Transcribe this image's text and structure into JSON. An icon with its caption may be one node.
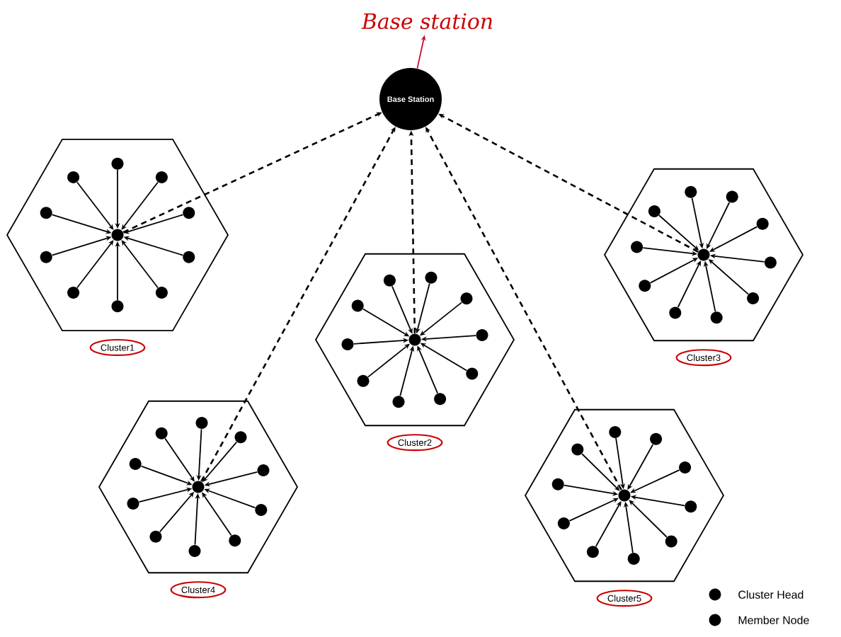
{
  "diagram": {
    "nodes": [
      {
        "text": [
          "Base station"
        ]
      },
      {
        "text": [
          "Base Station"
        ]
      },
      {
        "text": [],
        "shape": "hexagon",
        "beside": [
          "Cluster1"
        ]
      },
      {
        "text": [],
        "shape": "circle",
        "in": 2
      },
      {
        "text": [],
        "shape": "circle",
        "in": 2
      },
      {
        "text": [],
        "shape": "circle",
        "in": 2
      },
      {
        "text": [],
        "shape": "circle",
        "in": 2
      },
      {
        "text": [],
        "shape": "circle",
        "in": 2
      },
      {
        "text": [],
        "shape": "circle",
        "in": 2
      },
      {
        "text": [],
        "shape": "circle",
        "in": 2
      },
      {
        "text": [],
        "shape": "circle",
        "in": 2
      },
      {
        "text": [],
        "shape": "circle",
        "in": 2
      },
      {
        "text": [],
        "shape": "circle",
        "in": 2
      },
      {
        "text": [],
        "shape": "circle",
        "in": 2
      },
      {
        "text": [],
        "shape": "hexagon",
        "beside": [
          "Cluster3"
        ]
      },
      {
        "text": [],
        "shape": "circle",
        "in": 14
      },
      {
        "text": [],
        "shape": "circle",
        "in": 14
      },
      {
        "text": [],
        "shape": "circle",
        "in": 14
      },
      {
        "text": [],
        "shape": "circle",
        "in": 14
      },
      {
        "text": [],
        "shape": "circle",
        "in": 14
      },
      {
        "text": [],
        "shape": "circle",
        "in": 14
      },
      {
        "text": [],
        "shape": "circle",
        "in": 14
      },
      {
        "text": [],
        "shape": "circle",
        "in": 14
      },
      {
        "text": [],
        "shape": "circle",
        "in": 14
      },
      {
        "text": [],
        "shape": "circle",
        "in": 14
      },
      {
        "text": [],
        "shape": "circle",
        "in": 14
      },
      {
        "text": [],
        "shape": "hexagon",
        "beside": [
          "Cluster2"
        ]
      },
      {
        "text": [],
        "shape": "circle",
        "in": 26
      },
      {
        "text": [],
        "shape": "circle",
        "in": 26
      },
      {
        "text": [],
        "shape": "circle",
        "in": 26
      },
      {
        "text": [],
        "shape": "circle",
        "in": 26
      },
      {
        "text": [],
        "shape": "circle",
        "in": 26
      },
      {
        "text": [],
        "shape": "circle",
        "in": 26
      },
      {
        "text": [],
        "shape": "circle",
        "in": 26
      },
      {
        "text": [],
        "shape": "circle",
        "in": 26
      },
      {
        "text": [],
        "shape": "circle",
        "in": 26
      },
      {
        "text": [],
        "shape": "circle",
        "in": 26
      },
      {
        "text": [],
        "shape": "circle",
        "in": 26
      },
      {
        "text": [],
        "shape": "hexagon",
        "beside": [
          "Cluster4"
        ]
      },
      {
        "text": [],
        "shape": "circle",
        "in": 38
      },
      {
        "text": [],
        "shape": "circle",
        "in": 38
      },
      {
        "text": [],
        "shape": "circle",
        "in": 38
      },
      {
        "text": [],
        "shape": "circle",
        "in": 38
      },
      {
        "text": [],
        "shape": "circle",
        "in": 38
      },
      {
        "text": [],
        "shape": "circle",
        "in": 38
      },
      {
        "text": [],
        "shape": "circle",
        "in": 38
      },
      {
        "text": [],
        "shape": "circle",
        "in": 38
      },
      {
        "text": [],
        "shape": "circle",
        "in": 38
      },
      {
        "text": [],
        "shape": "circle",
        "in": 38
      },
      {
        "text": [],
        "shape": "circle",
        "in": 38
      },
      {
        "text": [],
        "shape": "hexagon",
        "beside": [
          "Cluster5"
        ]
      },
      {
        "text": [],
        "shape": "circle",
        "in": 50
      },
      {
        "text": [],
        "shape": "circle",
        "in": 50
      },
      {
        "text": [],
        "shape": "circle",
        "in": 50
      },
      {
        "text": [],
        "shape": "circle",
        "in": 50
      },
      {
        "text": [],
        "shape": "circle",
        "in": 50
      },
      {
        "text": [],
        "shape": "circle",
        "in": 50
      },
      {
        "text": [],
        "shape": "circle",
        "in": 50
      },
      {
        "text": [],
        "shape": "circle",
        "in": 50
      },
      {
        "text": [],
        "shape": "circle",
        "in": 50
      },
      {
        "text": [],
        "shape": "circle",
        "in": 50
      },
      {
        "text": [],
        "shape": "circle",
        "in": 50
      }
    ],
    "edges": [
      {
        "from": 1,
        "to": 0,
        "arrow": "to",
        "color": "#c8102e"
      },
      {
        "from": 3,
        "to": 1,
        "arrow": "to",
        "style": "dashed"
      },
      {
        "from": 15,
        "to": 1,
        "arrow": "to",
        "style": "dashed"
      },
      {
        "from": 27,
        "to": 1,
        "arrow": "to",
        "style": "dashed"
      },
      {
        "from": 39,
        "to": 1,
        "arrow": "to",
        "style": "dashed"
      },
      {
        "from": 51,
        "to": 1,
        "arrow": "to",
        "style": "dashed"
      },
      {
        "from": 4,
        "to": 3,
        "arrow": "to"
      },
      {
        "from": 5,
        "to": 3,
        "arrow": "to"
      },
      {
        "from": 6,
        "to": 3,
        "arrow": "to"
      },
      {
        "from": 7,
        "to": 3,
        "arrow": "to"
      },
      {
        "from": 8,
        "to": 3,
        "arrow": "to"
      },
      {
        "from": 9,
        "to": 3,
        "arrow": "to"
      },
      {
        "from": 10,
        "to": 3,
        "arrow": "to"
      },
      {
        "from": 11,
        "to": 3,
        "arrow": "to"
      },
      {
        "from": 12,
        "to": 3,
        "arrow": "to"
      },
      {
        "from": 13,
        "to": 3,
        "arrow": "to"
      },
      {
        "from": 16,
        "to": 15,
        "arrow": "to"
      },
      {
        "from": 17,
        "to": 15,
        "arrow": "to"
      },
      {
        "from": 18,
        "to": 15,
        "arrow": "to"
      },
      {
        "from": 19,
        "to": 15,
        "arrow": "to"
      },
      {
        "from": 20,
        "to": 15,
        "arrow": "to"
      },
      {
        "from": 21,
        "to": 15,
        "arrow": "to"
      },
      {
        "from": 22,
        "to": 15,
        "arrow": "to"
      },
      {
        "from": 23,
        "to": 15,
        "arrow": "to"
      },
      {
        "from": 24,
        "to": 15,
        "arrow": "to"
      },
      {
        "from": 25,
        "to": 15,
        "arrow": "to"
      },
      {
        "from": 28,
        "to": 27,
        "arrow": "to"
      },
      {
        "from": 29,
        "to": 27,
        "arrow": "to"
      },
      {
        "from": 30,
        "to": 27,
        "arrow": "to"
      },
      {
        "from": 31,
        "to": 27,
        "arrow": "to"
      },
      {
        "from": 32,
        "to": 27,
        "arrow": "to"
      },
      {
        "from": 33,
        "to": 27,
        "arrow": "to"
      },
      {
        "from": 34,
        "to": 27,
        "arrow": "to"
      },
      {
        "from": 35,
        "to": 27,
        "arrow": "to"
      },
      {
        "from": 36,
        "to": 27,
        "arrow": "to"
      },
      {
        "from": 37,
        "to": 27,
        "arrow": "to"
      },
      {
        "from": 40,
        "to": 39,
        "arrow": "to"
      },
      {
        "from": 41,
        "to": 39,
        "arrow": "to"
      },
      {
        "from": 42,
        "to": 39,
        "arrow": "to"
      },
      {
        "from": 43,
        "to": 39,
        "arrow": "to"
      },
      {
        "from": 44,
        "to": 39,
        "arrow": "to"
      },
      {
        "from": 45,
        "to": 39,
        "arrow": "to"
      },
      {
        "from": 46,
        "to": 39,
        "arrow": "to"
      },
      {
        "from": 47,
        "to": 39,
        "arrow": "to"
      },
      {
        "from": 48,
        "to": 39,
        "arrow": "to"
      },
      {
        "from": 49,
        "to": 39,
        "arrow": "to"
      },
      {
        "from": 52,
        "to": 51,
        "arrow": "to"
      },
      {
        "from": 53,
        "to": 51,
        "arrow": "to"
      },
      {
        "from": 54,
        "to": 51,
        "arrow": "to"
      },
      {
        "from": 55,
        "to": 51,
        "arrow": "to"
      },
      {
        "from": 56,
        "to": 51,
        "arrow": "to"
      },
      {
        "from": 57,
        "to": 51,
        "arrow": "to"
      },
      {
        "from": 58,
        "to": 51,
        "arrow": "to"
      },
      {
        "from": 59,
        "to": 51,
        "arrow": "to"
      },
      {
        "from": 60,
        "to": 51,
        "arrow": "to"
      },
      {
        "from": 61,
        "to": 51,
        "arrow": "to"
      }
    ],
    "legend": [
      {
        "text": "Cluster Head"
      },
      {
        "text": "Member Node"
      }
    ]
  }
}
